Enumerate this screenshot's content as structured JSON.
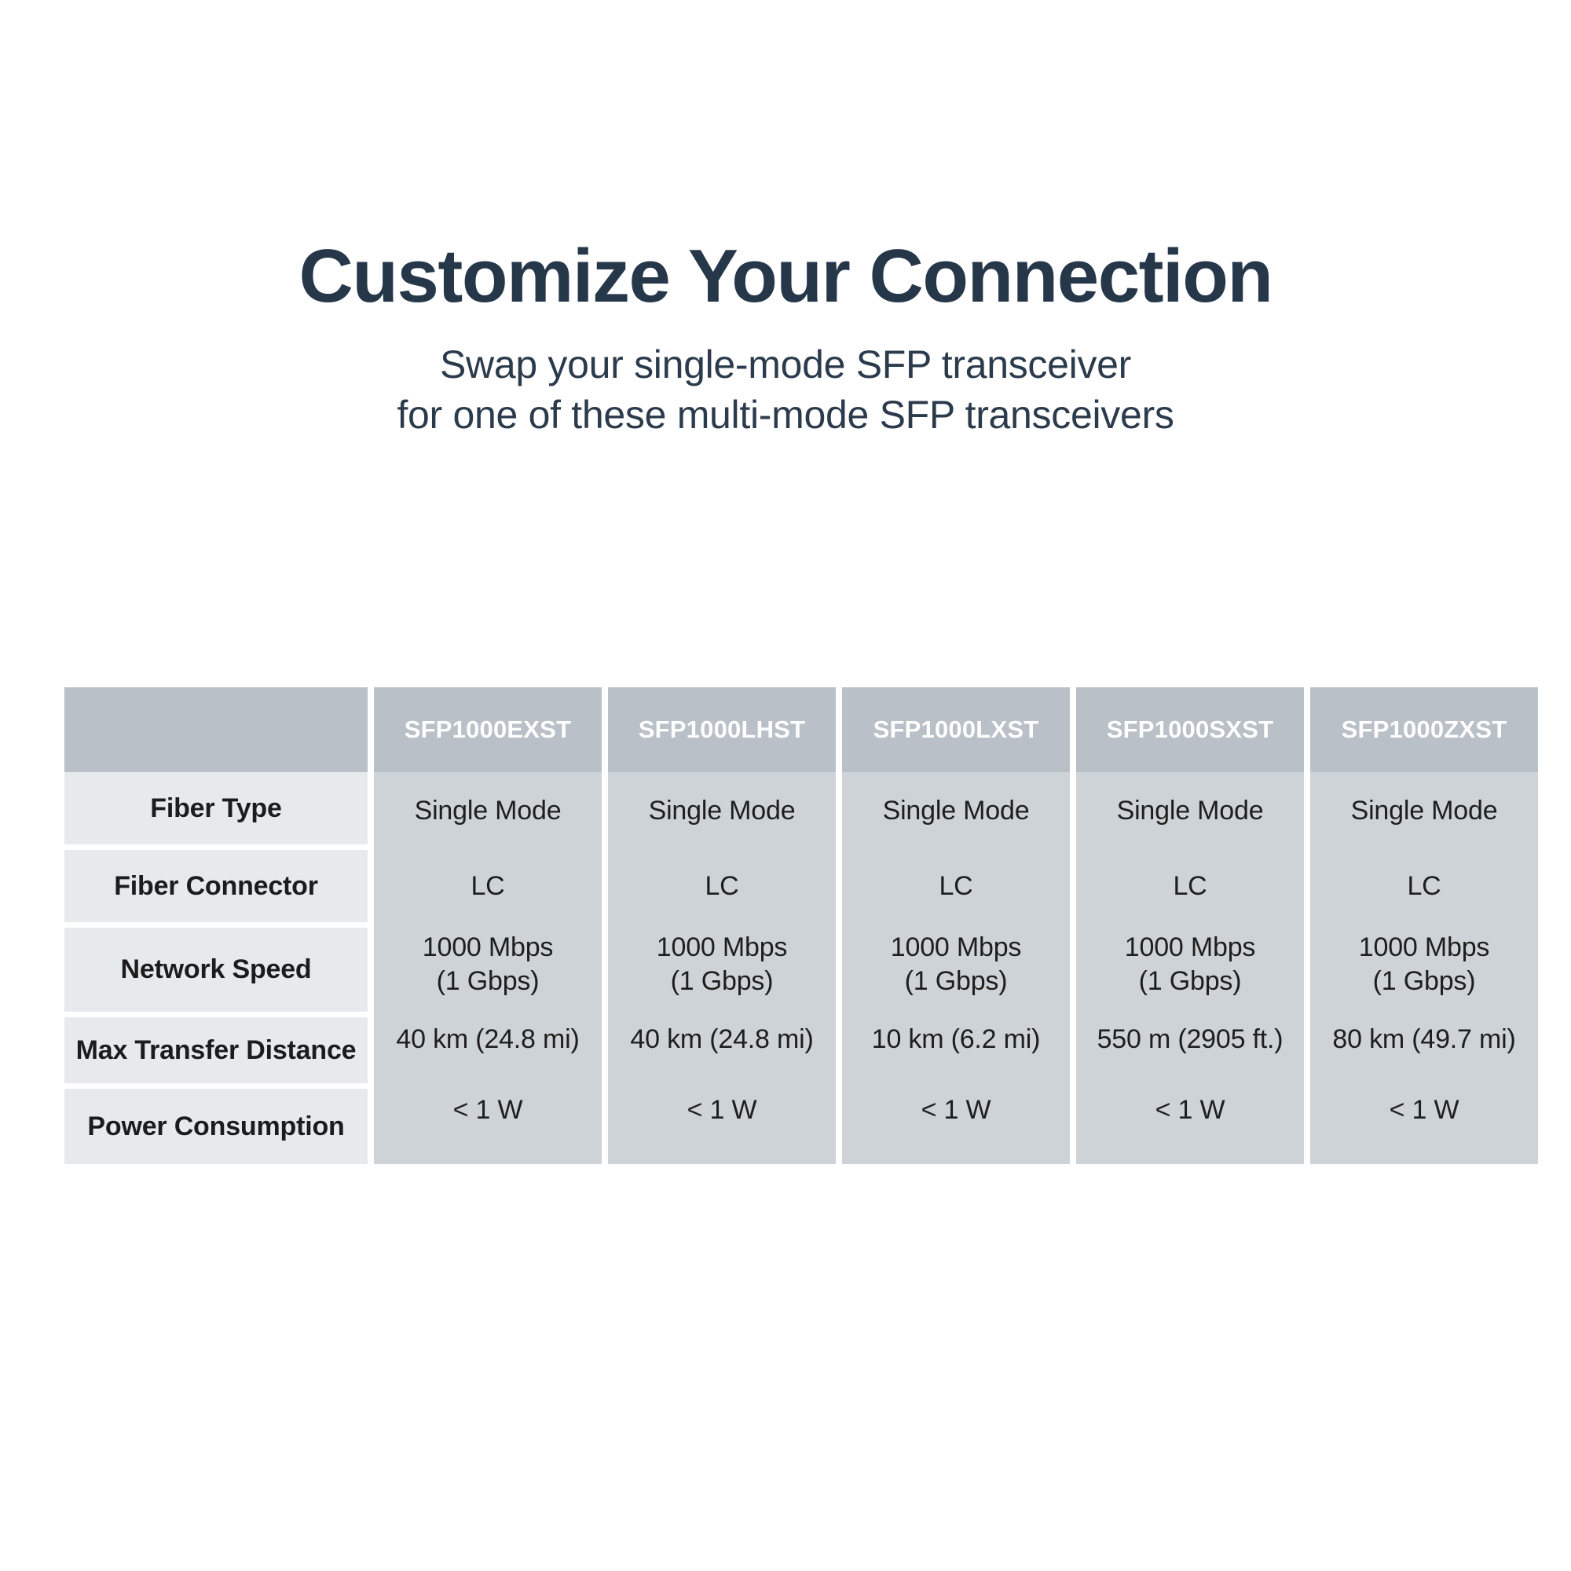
{
  "heading": {
    "title": "Customize Your Connection",
    "subtitle_line1": "Swap your single-mode SFP transceiver",
    "subtitle_line2": "for one of these multi-mode SFP transceivers"
  },
  "colors": {
    "title_navy": "#26374a",
    "header_band": "#b9c0c8",
    "label_cell": "#e7eaed",
    "data_cell": "#ced3d8",
    "page_background": "#ffffff",
    "header_text": "#ffffff",
    "body_text": "#1e1e1e"
  },
  "table": {
    "corner_label": "",
    "columns": [
      "SFP1000EXST",
      "SFP1000LHST",
      "SFP1000LXST",
      "SFP1000SXST",
      "SFP1000ZXST"
    ],
    "rows": [
      {
        "label": "Fiber Type",
        "values": [
          "Single Mode",
          "Single Mode",
          "Single Mode",
          "Single Mode",
          "Single Mode"
        ]
      },
      {
        "label": "Fiber Connector",
        "values": [
          "LC",
          "LC",
          "LC",
          "LC",
          "LC"
        ]
      },
      {
        "label": "Network Speed",
        "values": [
          "1000 Mbps\n(1 Gbps)",
          "1000 Mbps\n(1 Gbps)",
          "1000 Mbps\n(1 Gbps)",
          "1000 Mbps\n(1 Gbps)",
          "1000 Mbps\n(1 Gbps)"
        ]
      },
      {
        "label": "Max Transfer Distance",
        "values": [
          "40 km (24.8 mi)",
          "40 km (24.8 mi)",
          "10 km (6.2 mi)",
          "550 m (2905 ft.)",
          "80 km (49.7 mi)"
        ]
      },
      {
        "label": "Power Consumption",
        "values": [
          "< 1 W",
          "< 1 W",
          "< 1 W",
          "< 1 W",
          "< 1 W"
        ]
      }
    ]
  }
}
